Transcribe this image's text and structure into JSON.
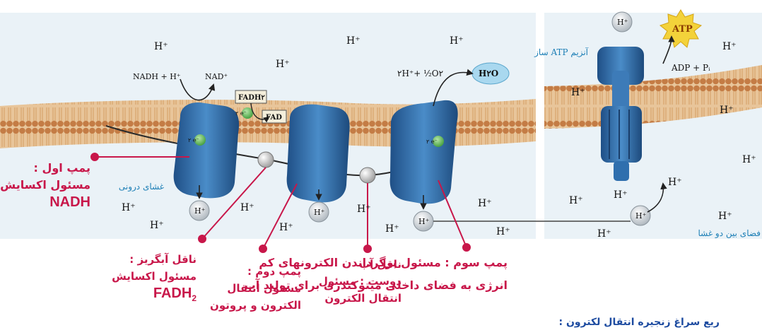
{
  "colors": {
    "accent": "#c8174a",
    "protein": "#2f6fae",
    "membrane": "#c8895a",
    "panel": "#e9f1f6",
    "label_blue": "#1d7fb6"
  },
  "icons": [
    "protein-complex",
    "electron-carrier-sphere",
    "proton-badge",
    "electron-badge",
    "atp-starburst",
    "water-oval"
  ],
  "diagram": {
    "h_plus": "H⁺",
    "nadh_reaction": "NADH + H⁺",
    "nad_plus": "NAD⁺",
    "fadh2": "FADH۲",
    "fad": "FAD",
    "water_reaction": "۲H⁺+ ½O۲",
    "water_product": "H۲O",
    "electron_2": "۲ e⁻",
    "atp": "ATP",
    "adp_pi": "ADP + Pᵢ",
    "atp_synthase_label": "آنزیم ATP ساز",
    "inner_membrane_label": "غشای درونی",
    "intermembrane_label": "فضای بین دو غشا"
  },
  "annotations": {
    "pump1_line1": "پمپ اول :",
    "pump1_line2": "مسئول اکسایش",
    "pump1_line3": "NADH",
    "fadh_carrier_line1": "ناقل آبگریز :",
    "fadh_carrier_line2": "مسئول اکسایش",
    "fadh_carrier_line3": "FADH",
    "fadh_carrier_sub": "2",
    "pump2_line1": "پمپ دوم :",
    "pump2_line2": "مسئول انتقال",
    "pump2_line3": "الکترون و پروتون",
    "water_carrier_line1": "ناقل آب",
    "water_carrier_line2": "دوست : مسئول",
    "water_carrier_line3": "انتقال الکترون",
    "pump3_line1": "پمپ سوم : مسئول برگرداندن الکترونهای کم",
    "pump3_line2": "انرژی به فضای داخلی میتوکندری برای تولید آب",
    "bottom_fragment": "ریع سراغ زنجیره انتقال لکترون :"
  }
}
